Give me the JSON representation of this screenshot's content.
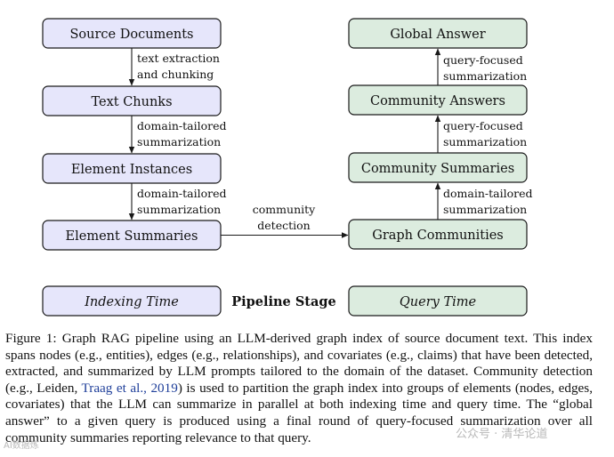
{
  "nodes": {
    "source_documents": "Source Documents",
    "text_chunks": "Text Chunks",
    "element_instances": "Element Instances",
    "element_summaries": "Element Summaries",
    "graph_communities": "Graph Communities",
    "community_summaries": "Community Summaries",
    "community_answers": "Community Answers",
    "global_answer": "Global Answer"
  },
  "edges": {
    "e1": [
      "text extraction",
      "and chunking"
    ],
    "e2": [
      "domain-tailored",
      "summarization"
    ],
    "e3": [
      "domain-tailored",
      "summarization"
    ],
    "e4": [
      "community",
      "detection"
    ],
    "e5": [
      "domain-tailored",
      "summarization"
    ],
    "e6": [
      "query-focused",
      "summarization"
    ],
    "e7": [
      "query-focused",
      "summarization"
    ]
  },
  "legend": {
    "indexing_time": "Indexing Time",
    "pipeline_stage": "Pipeline Stage",
    "query_time": "Query Time"
  },
  "caption": {
    "before_cite": "Figure 1: Graph RAG pipeline using an LLM-derived graph index of source document text. This index spans nodes (e.g., entities), edges (e.g., relationships), and covariates (e.g., claims) that have been detected, extracted, and summarized by LLM prompts tailored to the domain of the dataset. Community detection (e.g., Leiden, ",
    "cite": "Traag et al., 2019",
    "after_cite": ") is used to partition the graph index into groups of elements (nodes, edges, covariates) that the LLM can summarize in parallel at both indexing time and query time. The “global answer” to a given query is produced using a final round of query-focused summarization over all community summaries reporting relevance to that query."
  },
  "watermarks": {
    "left": "AI数据炼",
    "right": "公众号 · 清华论道"
  },
  "colors": {
    "indexing_fill": "#e6e6fb",
    "query_fill": "#dcecdf",
    "stroke": "#1a1a1a"
  }
}
